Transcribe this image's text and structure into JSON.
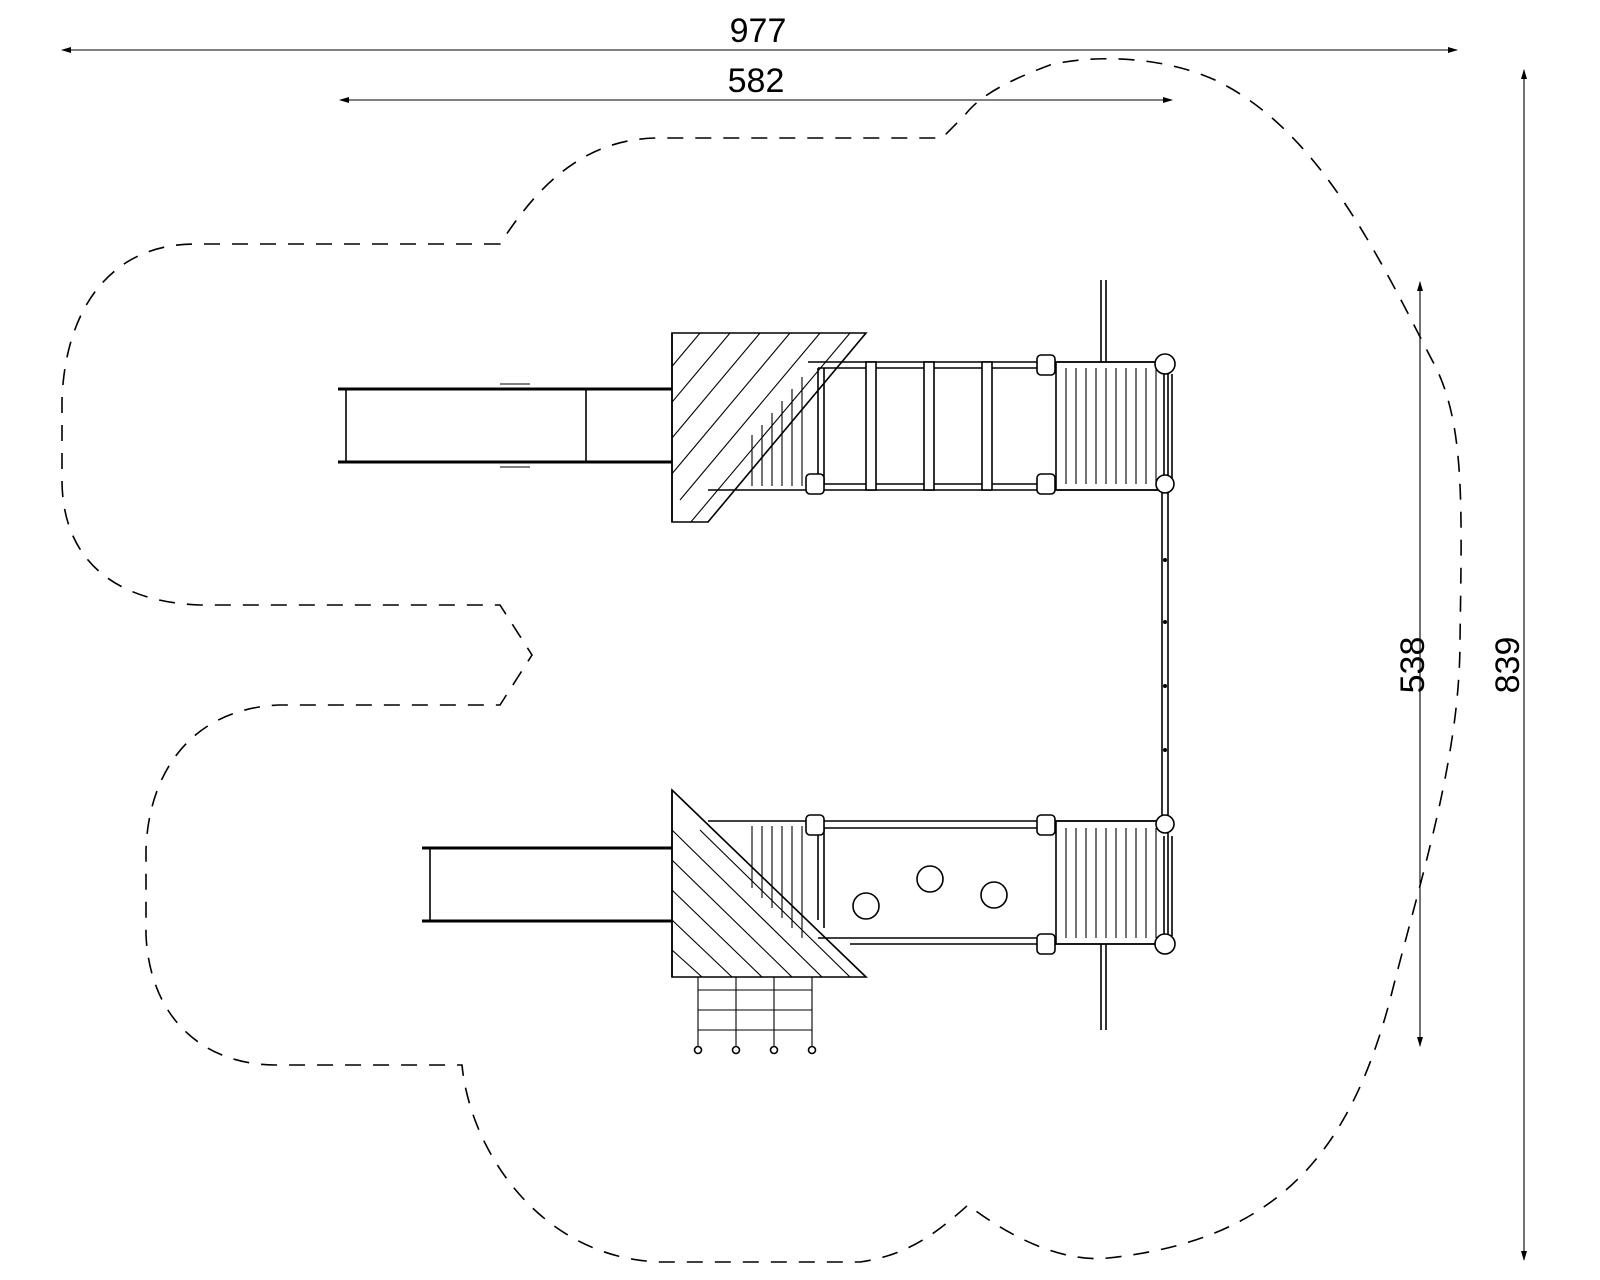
{
  "dimensions": {
    "overall_width": "977",
    "inner_width": "582",
    "inner_height": "538",
    "overall_height": "839"
  }
}
